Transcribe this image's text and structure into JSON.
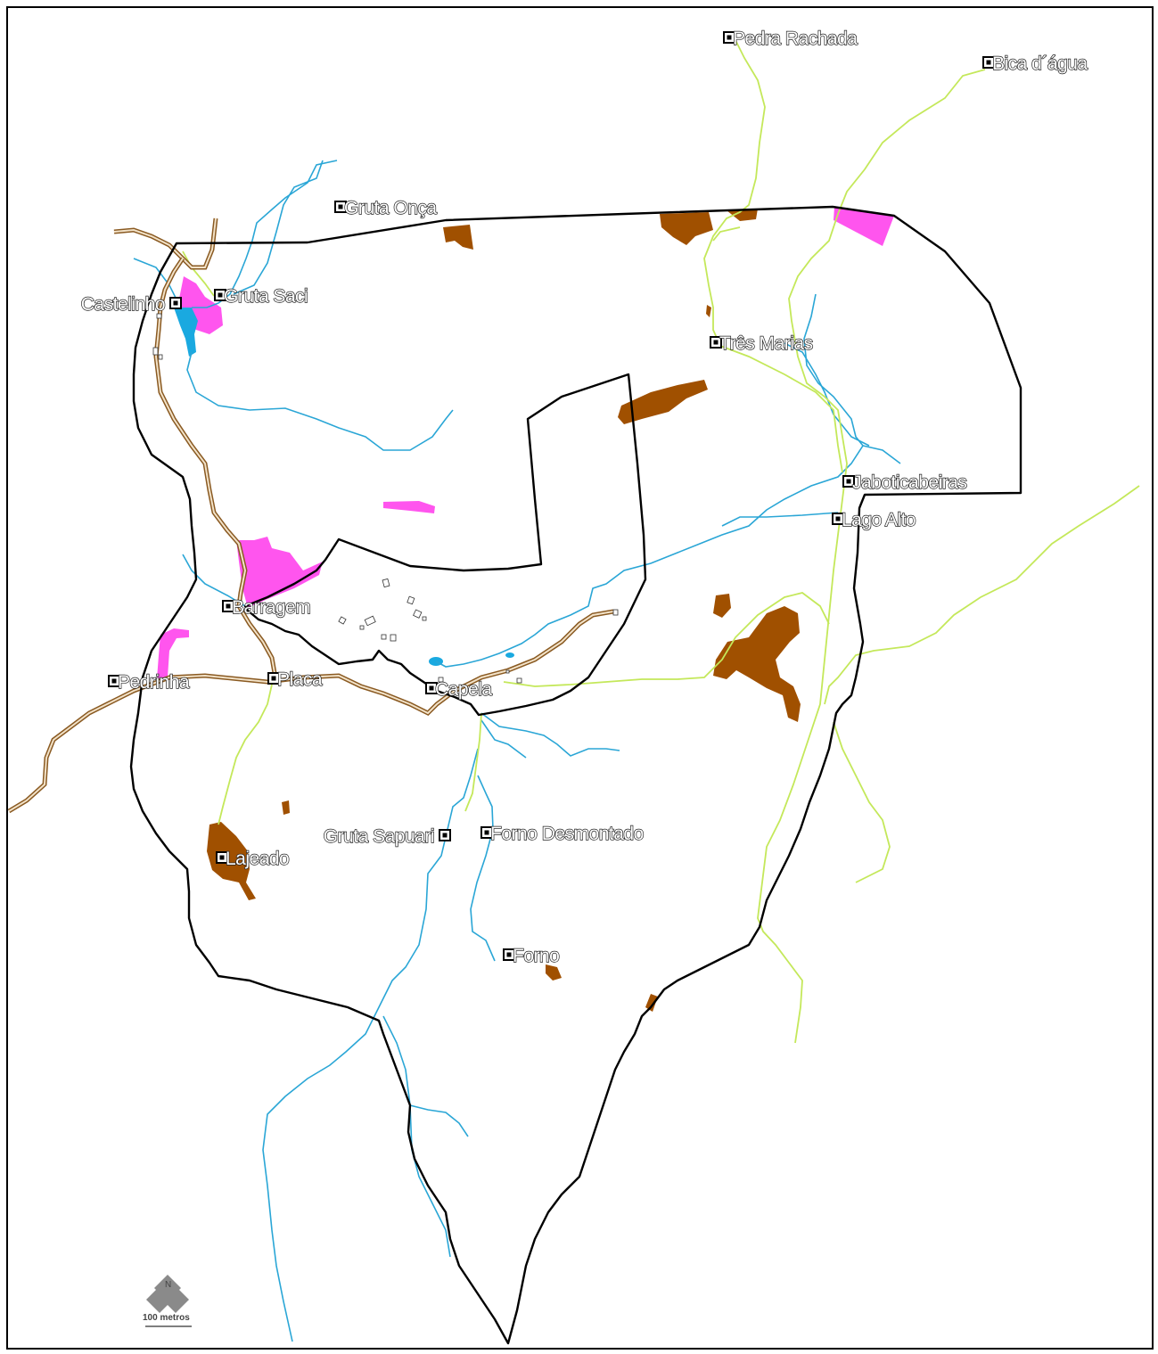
{
  "map": {
    "places": [
      {
        "id": "pedra-rachada",
        "label": "Pedra Rachada",
        "side": "right"
      },
      {
        "id": "bica-dagua",
        "label": "Bica d´água",
        "side": "right"
      },
      {
        "id": "gruta-onca",
        "label": "Gruta Onça",
        "side": "right"
      },
      {
        "id": "castelinho",
        "label": "Castelinho",
        "side": "left"
      },
      {
        "id": "gruta-saci",
        "label": "Gruta Saci",
        "side": "right"
      },
      {
        "id": "tres-marias",
        "label": "Três Marias",
        "side": "right"
      },
      {
        "id": "jaboticabeiras",
        "label": "Jaboticabeiras",
        "side": "right"
      },
      {
        "id": "lago-alto",
        "label": "Lago Alto",
        "side": "right"
      },
      {
        "id": "barragem",
        "label": "Barragem",
        "side": "right"
      },
      {
        "id": "pedrinha",
        "label": "Pedrinha",
        "side": "right"
      },
      {
        "id": "placa",
        "label": "Placa",
        "side": "right"
      },
      {
        "id": "capela",
        "label": "Capela",
        "side": "right"
      },
      {
        "id": "gruta-sapuari",
        "label": "Gruta Sapuari",
        "side": "left"
      },
      {
        "id": "forno-desmontado",
        "label": "Forno Desmontado",
        "side": "right"
      },
      {
        "id": "lajeado",
        "label": "Lajeado",
        "side": "right"
      },
      {
        "id": "forno",
        "label": "Forno",
        "side": "right"
      }
    ],
    "scale_bar": {
      "north_letter": "N",
      "label": "100 metros"
    },
    "colors": {
      "boundary": "#000000",
      "river": "#2aa6d6",
      "trail": "#c4e85a",
      "road": "#8a5a22",
      "forest_patch": "#a05000",
      "pink_area": "#ff55ee",
      "water": "#1aa9e0"
    }
  }
}
